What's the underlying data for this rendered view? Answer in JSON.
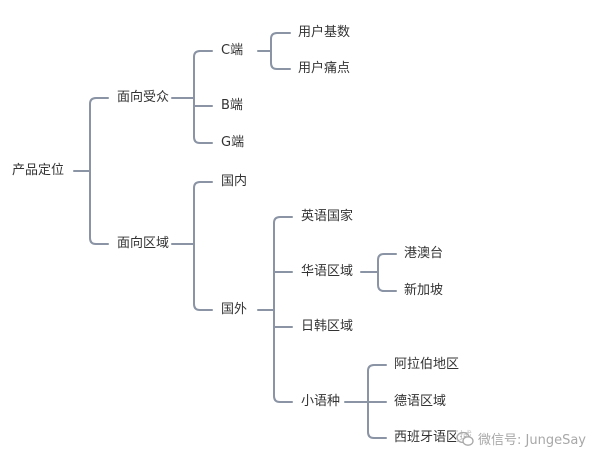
{
  "mindmap": {
    "root": "产品定位",
    "branches": [
      {
        "label": "面向受众",
        "children": [
          {
            "label": "C端",
            "children": [
              {
                "label": "用户基数"
              },
              {
                "label": "用户痛点"
              }
            ]
          },
          {
            "label": "B端"
          },
          {
            "label": "G端"
          }
        ]
      },
      {
        "label": "面向区域",
        "children": [
          {
            "label": "国内"
          },
          {
            "label": "国外",
            "children": [
              {
                "label": "英语国家"
              },
              {
                "label": "华语区域",
                "children": [
                  {
                    "label": "港澳台"
                  },
                  {
                    "label": "新加坡"
                  }
                ]
              },
              {
                "label": "日韩区域"
              },
              {
                "label": "小语种",
                "children": [
                  {
                    "label": "阿拉伯地区"
                  },
                  {
                    "label": "德语区域"
                  },
                  {
                    "label": "西班牙语区域"
                  }
                ]
              }
            ]
          }
        ]
      }
    ]
  },
  "watermark": {
    "text": "微信号: JungeSay"
  },
  "colors": {
    "line": "#8a94a4",
    "text": "#333333"
  }
}
